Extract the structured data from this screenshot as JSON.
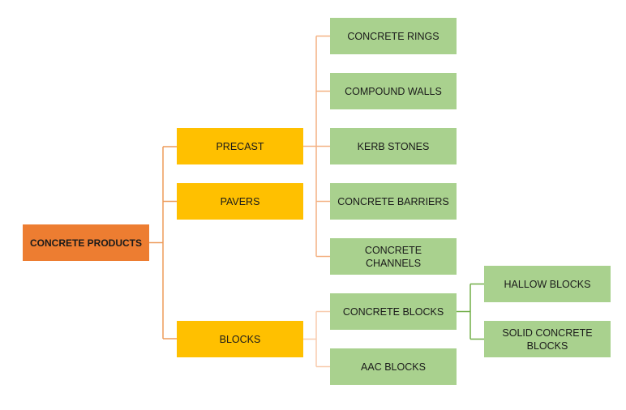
{
  "colors": {
    "root": "#ED7D31",
    "category": "#FFC000",
    "leaf": "#A9D18E",
    "line_root": "#ED9B5A",
    "line_precast": "#F4B183",
    "line_blocks": "#F8CBAD",
    "line_green": "#70AD47"
  },
  "root": {
    "label": "CONCRETE PRODUCTS"
  },
  "categories": {
    "precast": {
      "label": "PRECAST"
    },
    "pavers": {
      "label": "PAVERS"
    },
    "blocks": {
      "label": "BLOCKS"
    }
  },
  "precast_items": [
    {
      "label": "CONCRETE RINGS"
    },
    {
      "label": "COMPOUND  WALLS"
    },
    {
      "label": "KERB STONES"
    },
    {
      "label": "CONCRETE BARRIERS"
    },
    {
      "label": "CONCRETE CHANNELS"
    }
  ],
  "blocks_items": [
    {
      "label": "CONCRETE BLOCKS"
    },
    {
      "label": "AAC BLOCKS"
    }
  ],
  "concrete_blocks_items": [
    {
      "label": "HALLOW BLOCKS"
    },
    {
      "label": "SOLID CONCRETE BLOCKS"
    }
  ]
}
